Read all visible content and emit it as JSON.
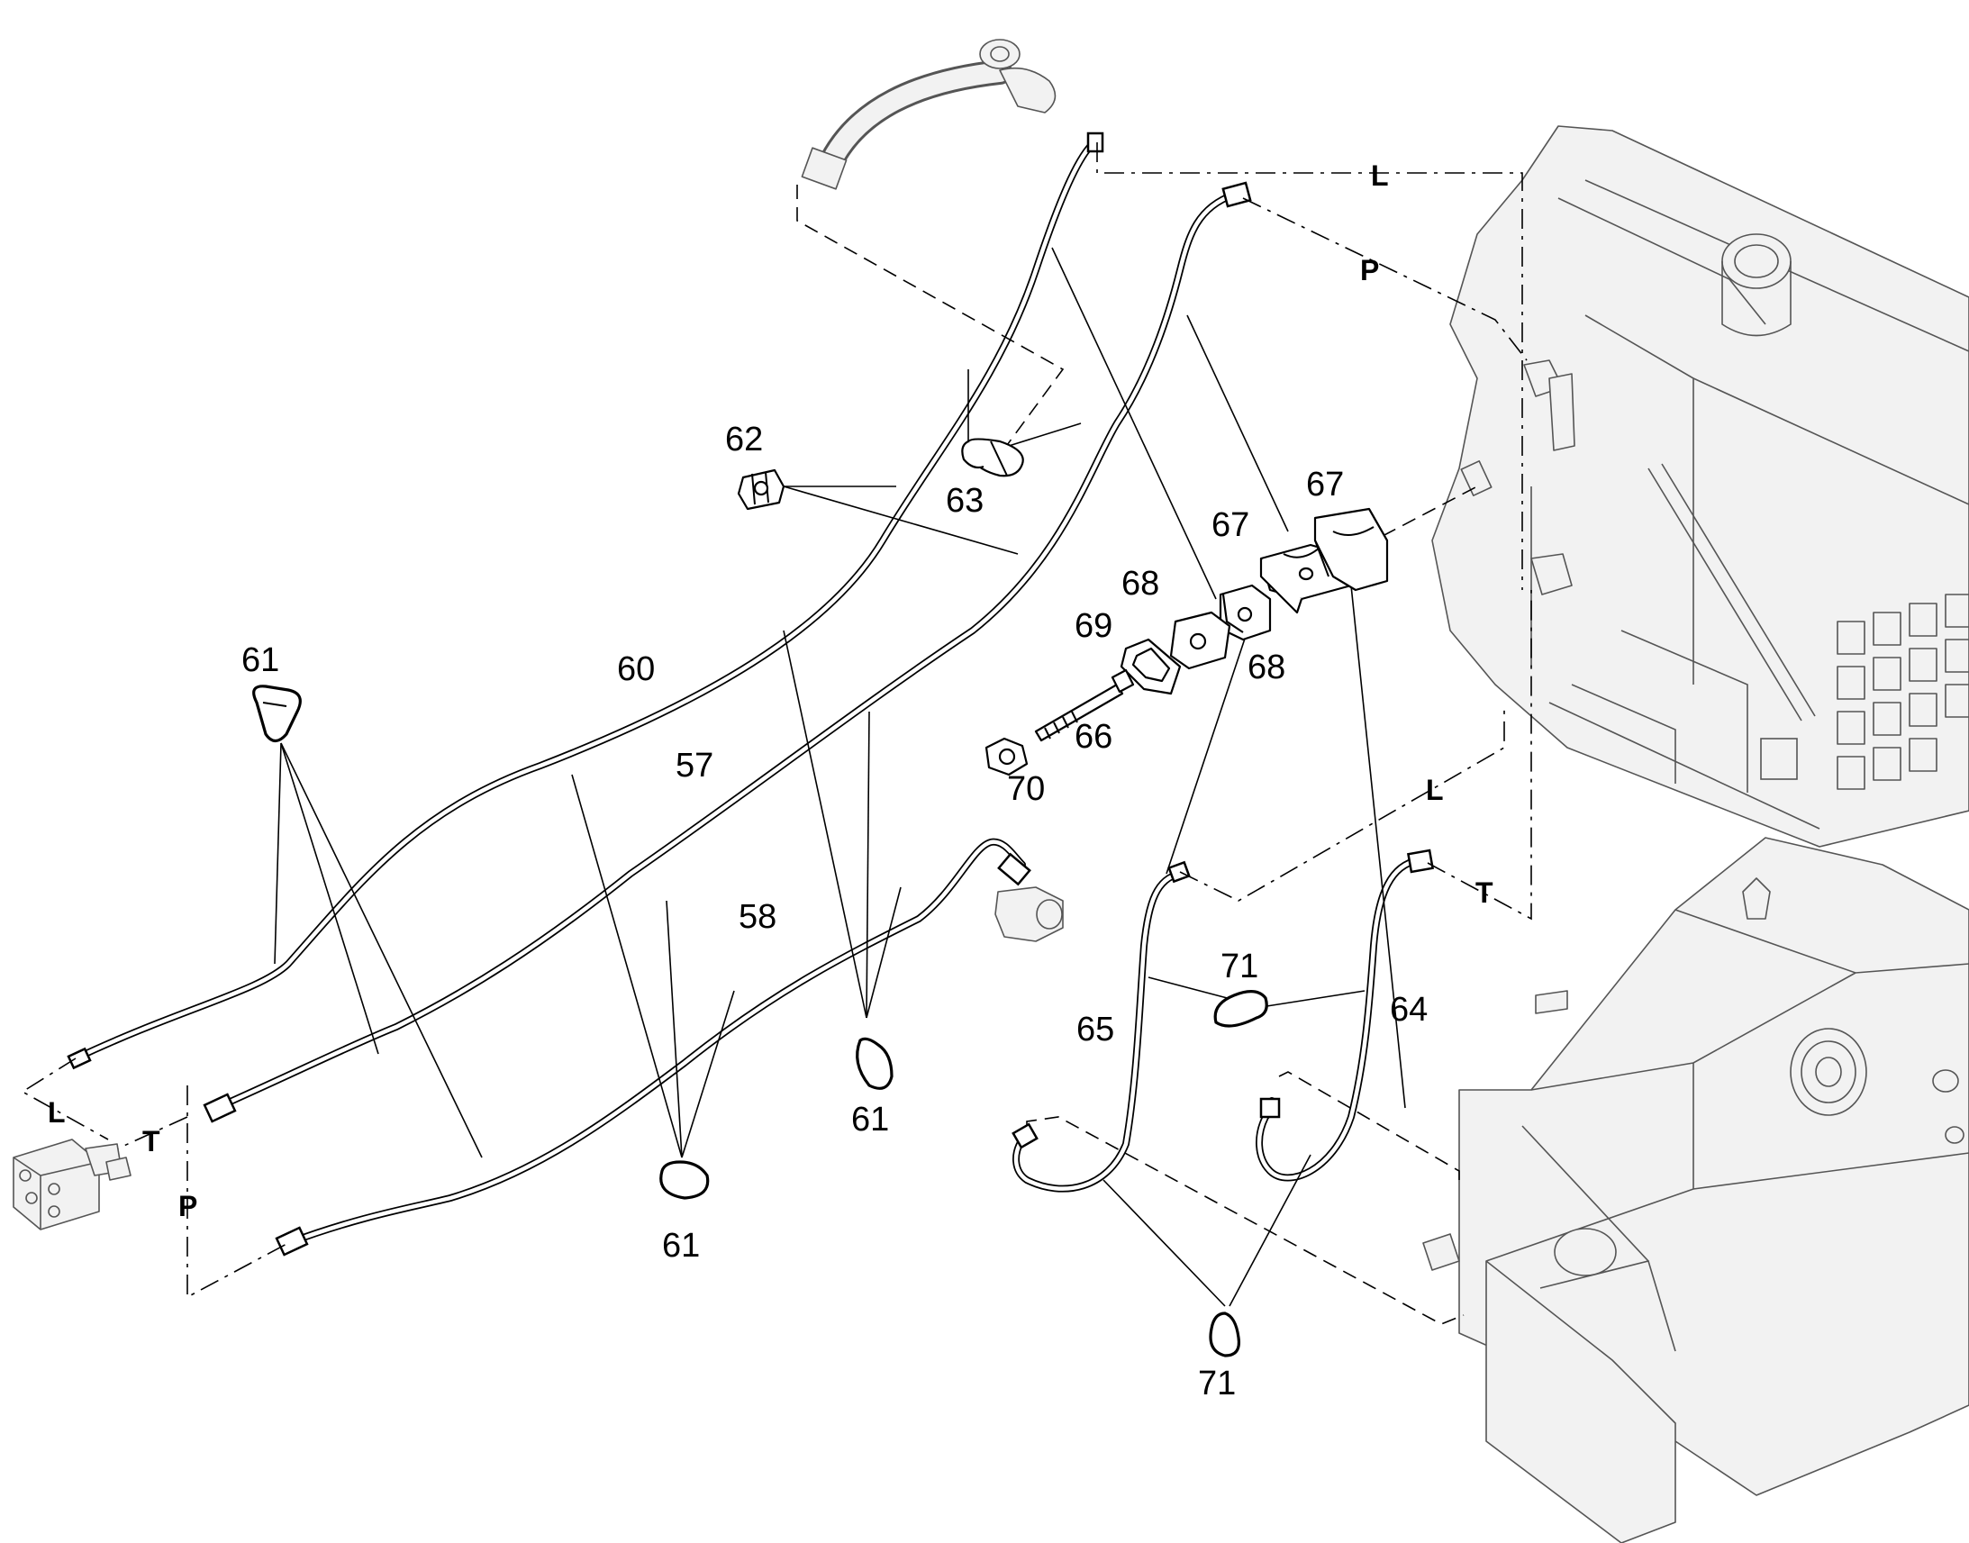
{
  "part_labels": {
    "p57": "57",
    "p58": "58",
    "p60": "60",
    "p61": "61",
    "p62": "62",
    "p63": "63",
    "p64": "64",
    "p65": "65",
    "p66": "66",
    "p67": "67",
    "p68": "68",
    "p69": "69",
    "p70": "70",
    "p71": "71"
  },
  "port_labels": {
    "L": "L",
    "P": "P",
    "T": "T"
  },
  "colors": {
    "line": "#000000",
    "background": "#ffffff",
    "machine_outline": "#555555"
  }
}
